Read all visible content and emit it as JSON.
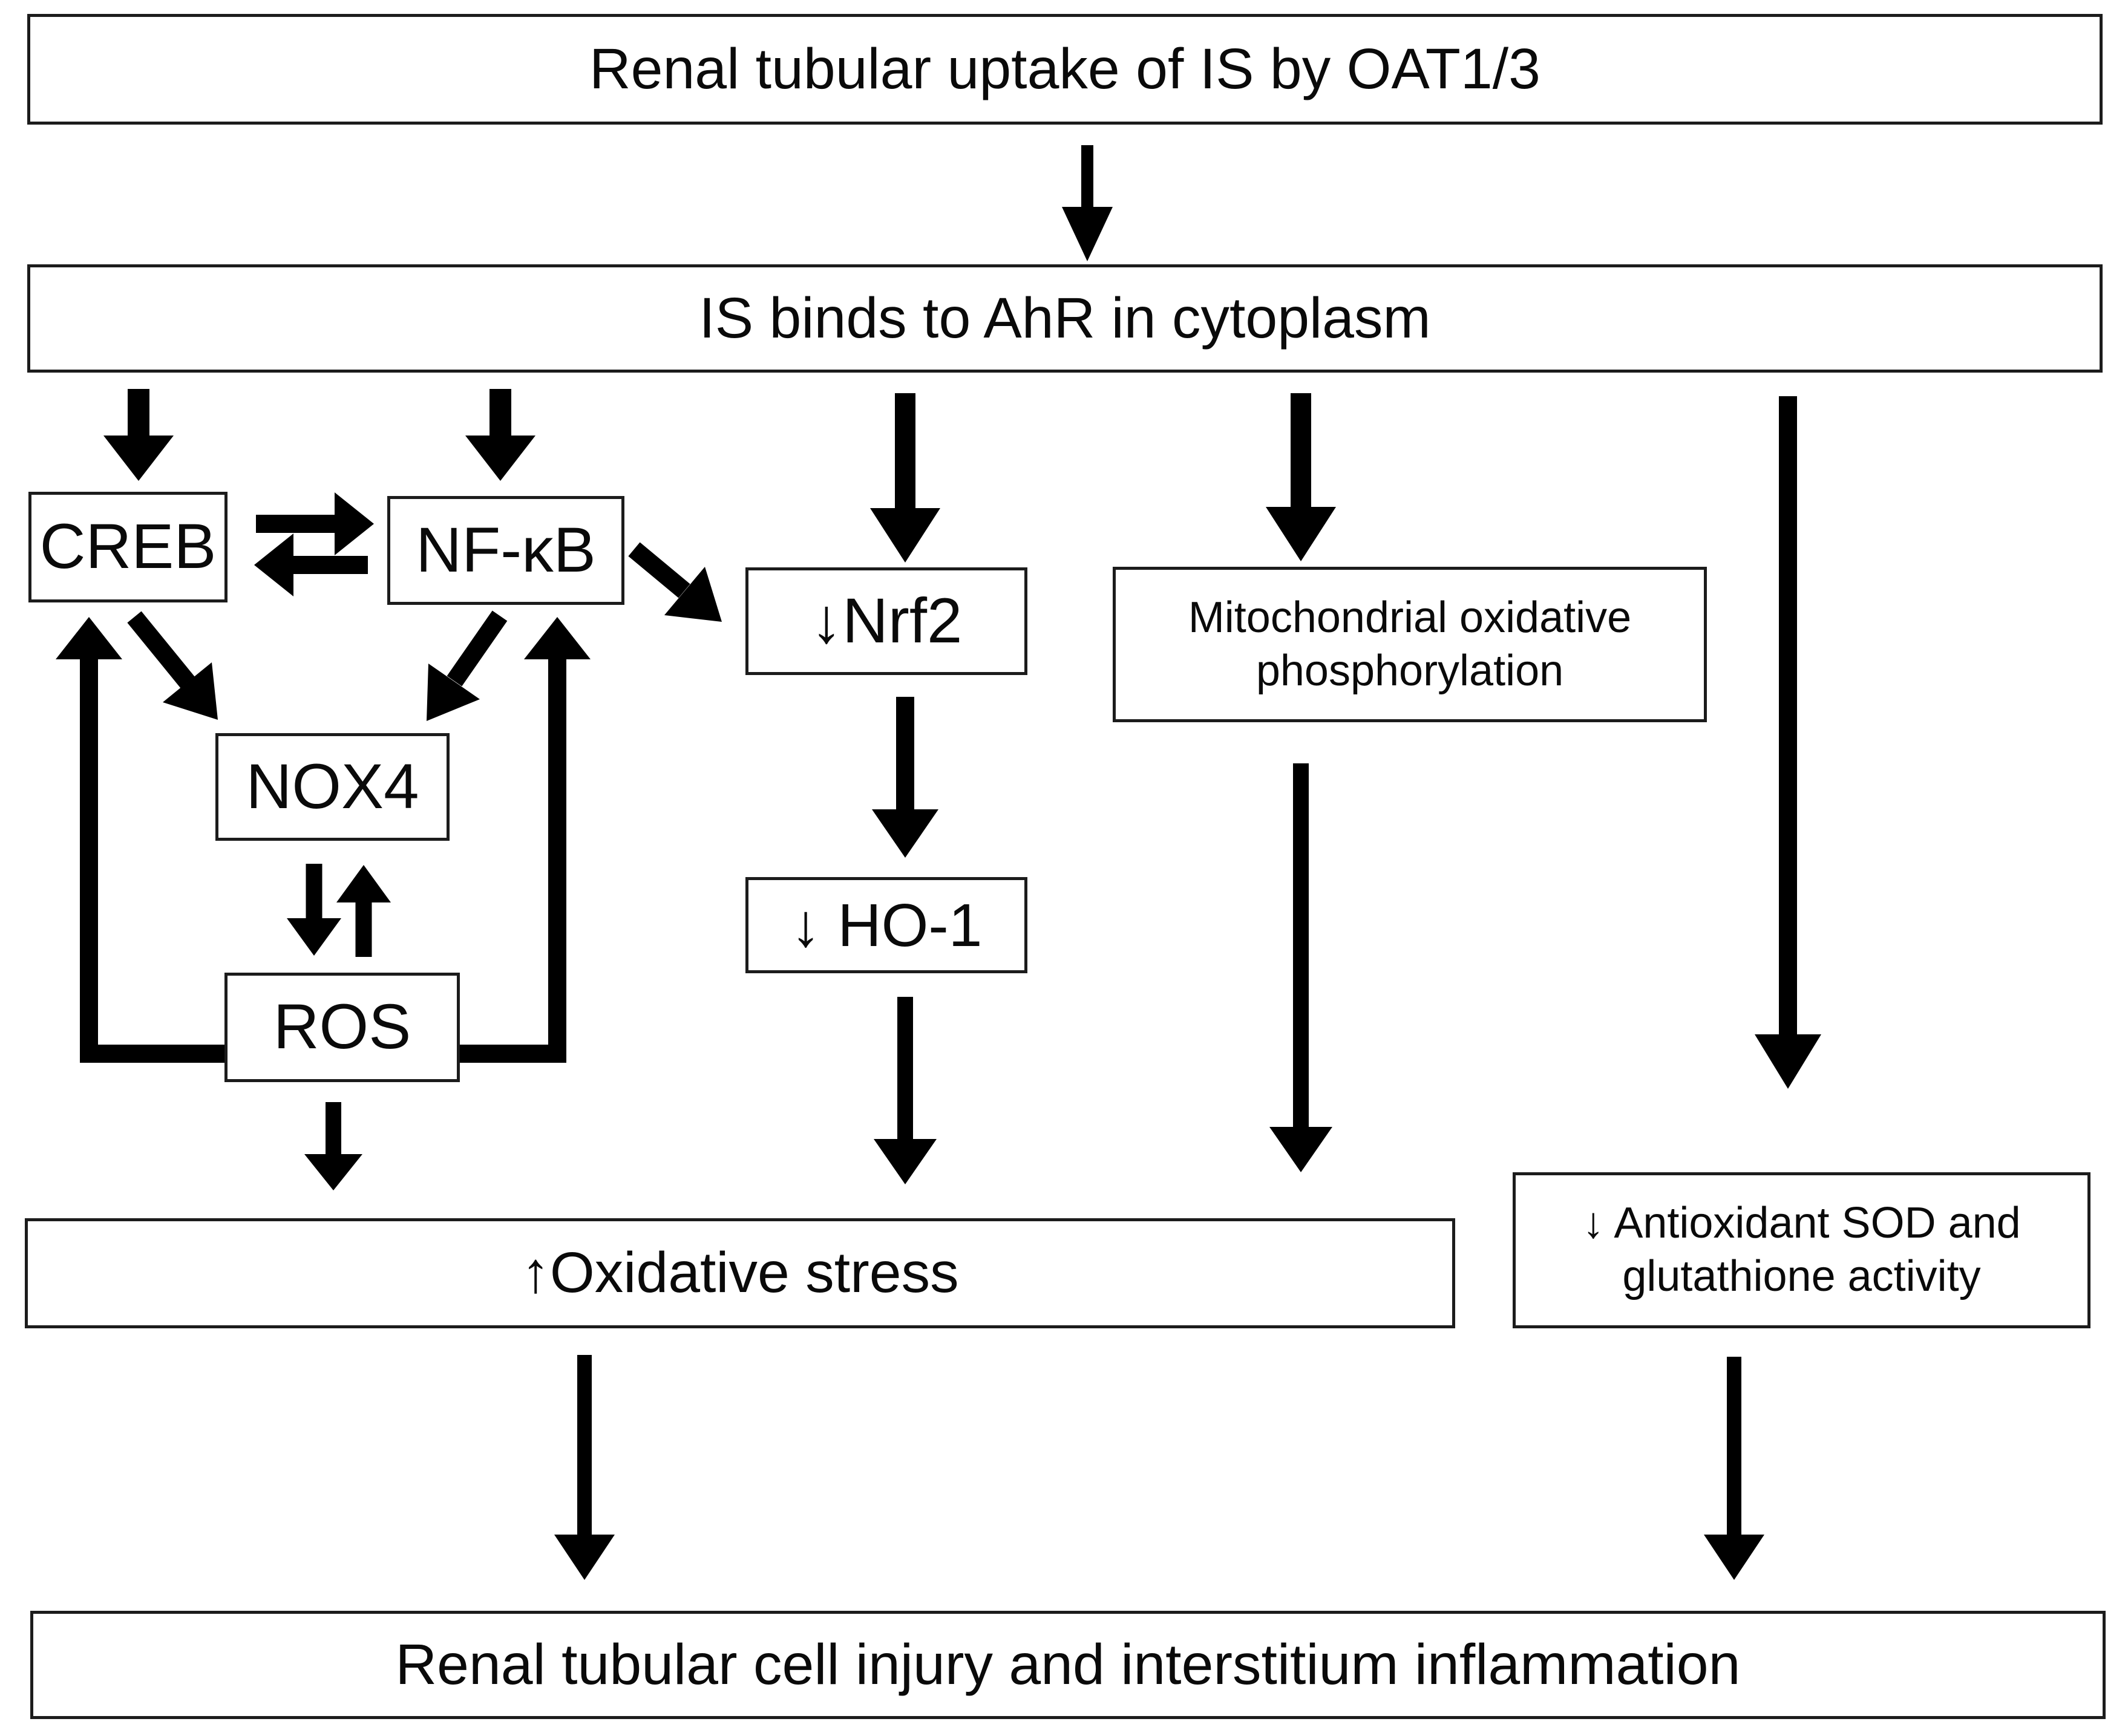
{
  "diagram": {
    "background_color": "#ffffff",
    "line_color": "#000000",
    "box_fill": "#ffffff",
    "box_border_color": "#1c1c1c",
    "nodes": {
      "uptake": {
        "label": "Renal tubular uptake of IS by OAT1/3"
      },
      "ahr": {
        "label": "IS binds to AhR in cytoplasm"
      },
      "creb": {
        "label": "CREB"
      },
      "nfkb": {
        "label": "NF-κB"
      },
      "nox4": {
        "label": "NOX4"
      },
      "ros": {
        "label": "ROS"
      },
      "nrf2": {
        "label": "↓Nrf2"
      },
      "ho1": {
        "label": "↓ HO-1"
      },
      "mito": {
        "lines": [
          "Mitochondrial oxidative",
          "phosphorylation"
        ]
      },
      "oxstress": {
        "label": "↑Oxidative stress"
      },
      "antiox": {
        "lines": [
          "↓ Antioxidant SOD and",
          "glutathione activity"
        ]
      },
      "injury": {
        "label": "Renal tubular cell injury and interstitium inflammation"
      }
    }
  }
}
